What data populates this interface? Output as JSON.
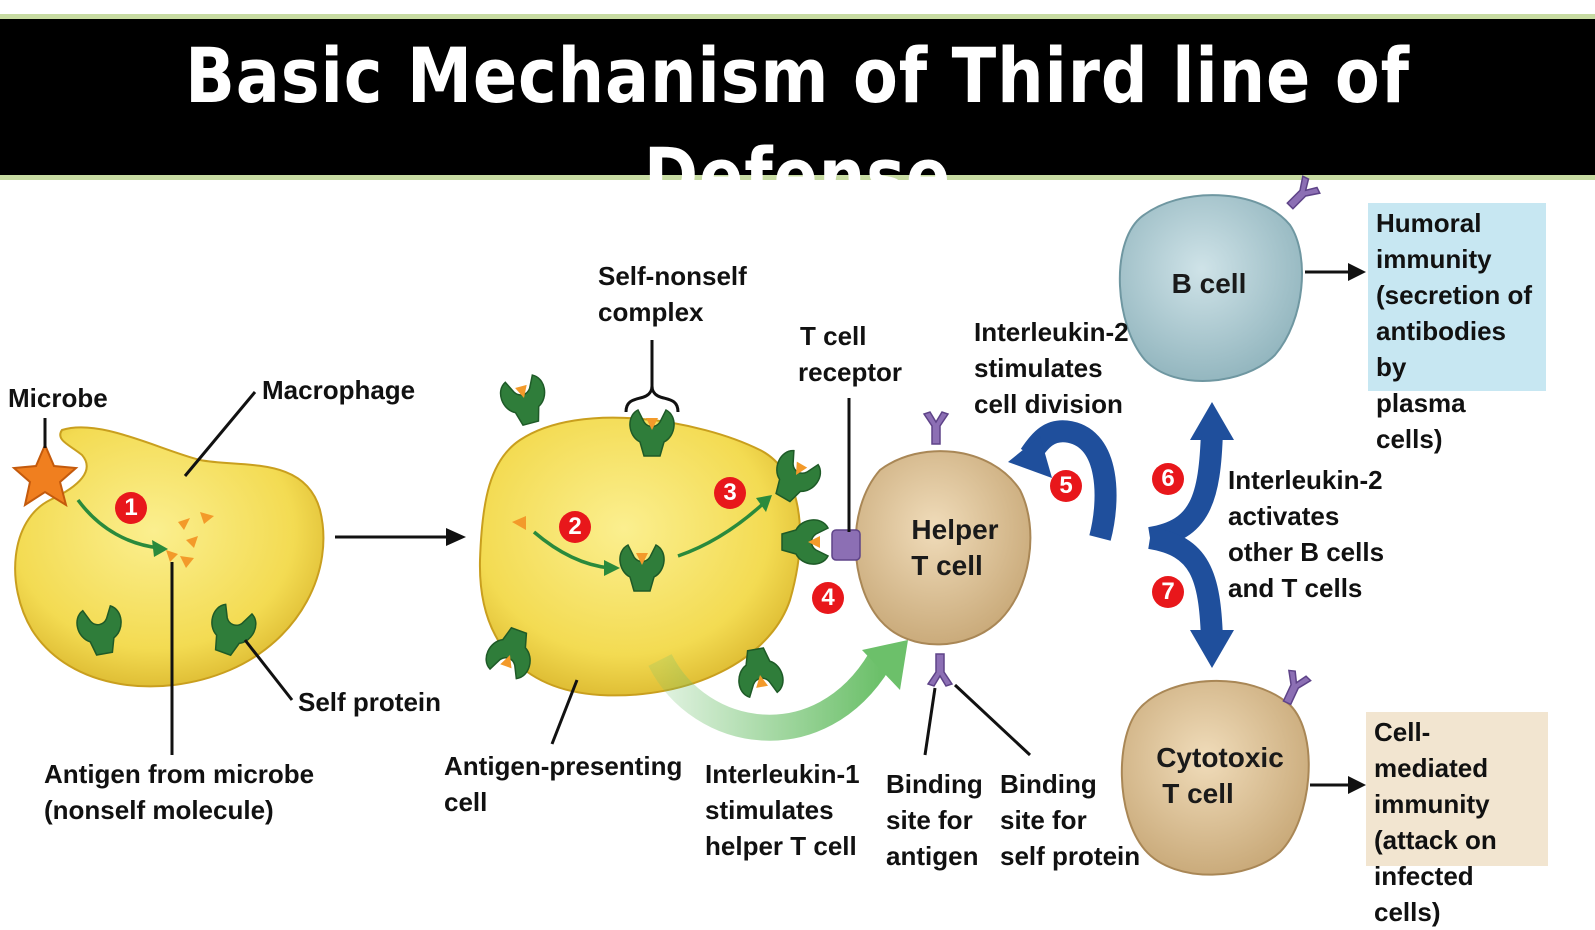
{
  "title": "Basic Mechanism of Third line of Defense",
  "labels": {
    "microbe": "Microbe",
    "macrophage": "Macrophage",
    "self_protein": "Self protein",
    "antigen_l1": "Antigen from microbe",
    "antigen_l2": "(nonself molecule)",
    "complex_l1": "Self-nonself",
    "complex_l2": "complex",
    "apc_l1": "Antigen-presenting",
    "apc_l2": "cell",
    "tcr_l1": "T cell",
    "tcr_l2": "receptor",
    "il1_l1": "Interleukin-1",
    "il1_l2": "stimulates",
    "il1_l3": "helper T cell",
    "bind_ag_l1": "Binding",
    "bind_ag_l2": "site for",
    "bind_ag_l3": "antigen",
    "bind_sp_l1": "Binding",
    "bind_sp_l2": "site for",
    "bind_sp_l3": "self protein",
    "il2_div_l1": "Interleukin-2",
    "il2_div_l2": "stimulates",
    "il2_div_l3": "cell division",
    "il2_act_l1": "Interleukin-2",
    "il2_act_l2": "activates",
    "il2_act_l3": "other B cells",
    "il2_act_l4": "and T cells"
  },
  "cells": {
    "helper_l1": "Helper",
    "helper_l2": "T cell",
    "bcell": "B cell",
    "cyto_l1": "Cytotoxic",
    "cyto_l2": "T cell"
  },
  "outcomes": {
    "humoral": [
      "Humoral",
      "immunity",
      "(secretion of",
      "antibodies by",
      "plasma cells)"
    ],
    "cell_mediated": [
      "Cell-mediated",
      "immunity",
      "(attack on",
      "infected cells)"
    ]
  },
  "steps": [
    "1",
    "2",
    "3",
    "4",
    "5",
    "6",
    "7"
  ],
  "colors": {
    "macrophage_fill": "#f3db52",
    "self_protein": "#2f7d3a",
    "antigen": "#f39a2a",
    "microbe": "#f07f1f",
    "helper_cell": "#d9bf92",
    "b_cell": "#a9c8cf",
    "receptor": "#8c6fb4",
    "il2_arrow": "#1f4f9c",
    "il1_arrow": "#6cc06a",
    "badge": "#e8171b",
    "humoral_box": "#c7e7f2",
    "cell_mediated_box": "#f2e5d0"
  }
}
